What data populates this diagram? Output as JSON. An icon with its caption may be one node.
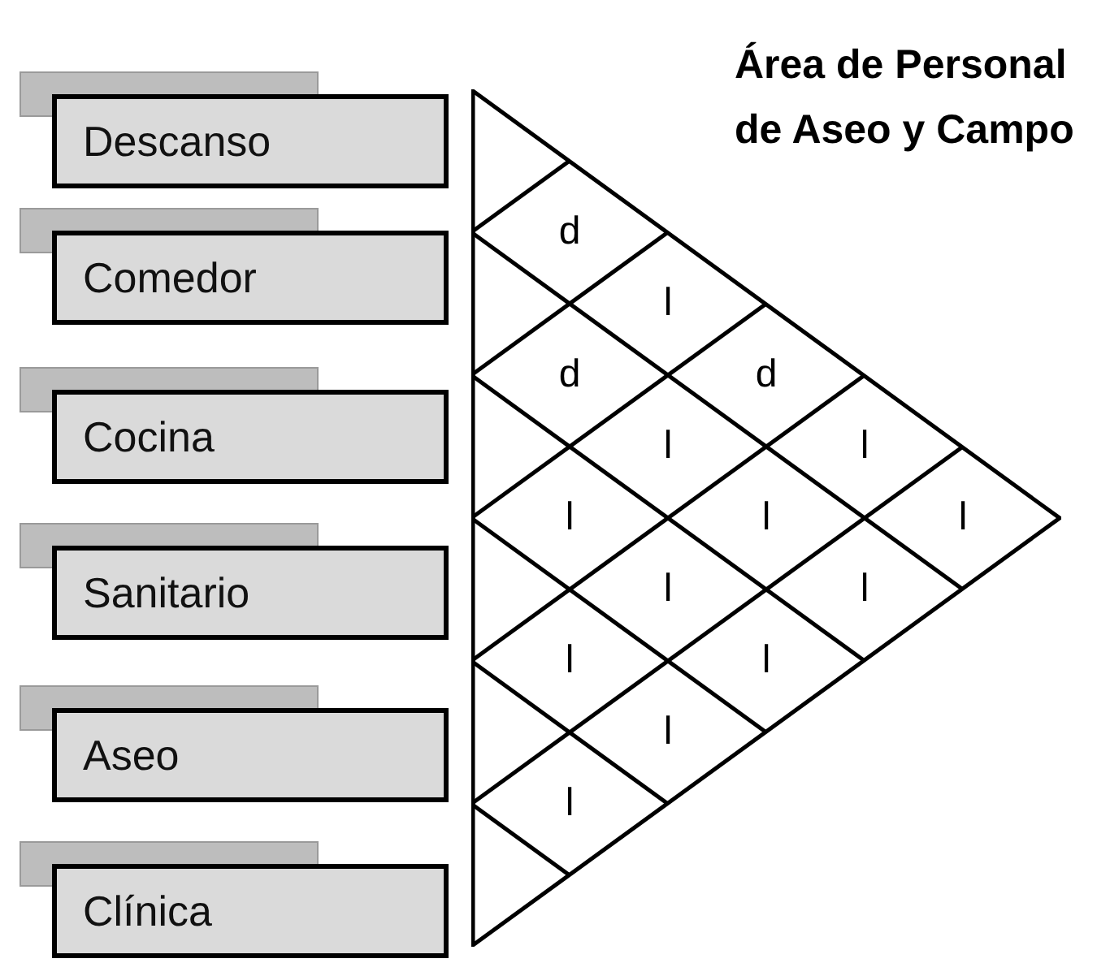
{
  "diagram": {
    "title": "Área de Personal de Aseo y Campo",
    "nodes": [
      {
        "text": [
          "Descanso"
        ]
      },
      {
        "text": [
          "Comedor"
        ]
      },
      {
        "text": [
          "Cocina"
        ]
      },
      {
        "text": [
          "Sanitario"
        ]
      },
      {
        "text": [
          "Aseo"
        ]
      },
      {
        "text": [
          "Clínica"
        ]
      },
      {
        "text": [],
        "shape": "triangle"
      },
      {
        "text": [
          "d"
        ],
        "in": 6
      },
      {
        "text": [
          "l"
        ],
        "in": 6
      },
      {
        "text": [
          "d"
        ],
        "in": 6
      },
      {
        "text": [
          "d"
        ],
        "in": 6
      },
      {
        "text": [
          "l"
        ],
        "in": 6
      },
      {
        "text": [
          "l"
        ],
        "in": 6
      },
      {
        "text": [
          "l"
        ],
        "in": 6
      },
      {
        "text": [
          "l"
        ],
        "in": 6
      },
      {
        "text": [
          "l"
        ],
        "in": 6
      },
      {
        "text": [
          "l"
        ],
        "in": 6
      },
      {
        "text": [
          "l"
        ],
        "in": 6
      },
      {
        "text": [
          "l"
        ],
        "in": 6
      },
      {
        "text": [
          "l"
        ],
        "in": 6
      },
      {
        "text": [
          "l"
        ],
        "in": 6
      },
      {
        "text": [
          "l"
        ],
        "in": 6
      }
    ]
  }
}
